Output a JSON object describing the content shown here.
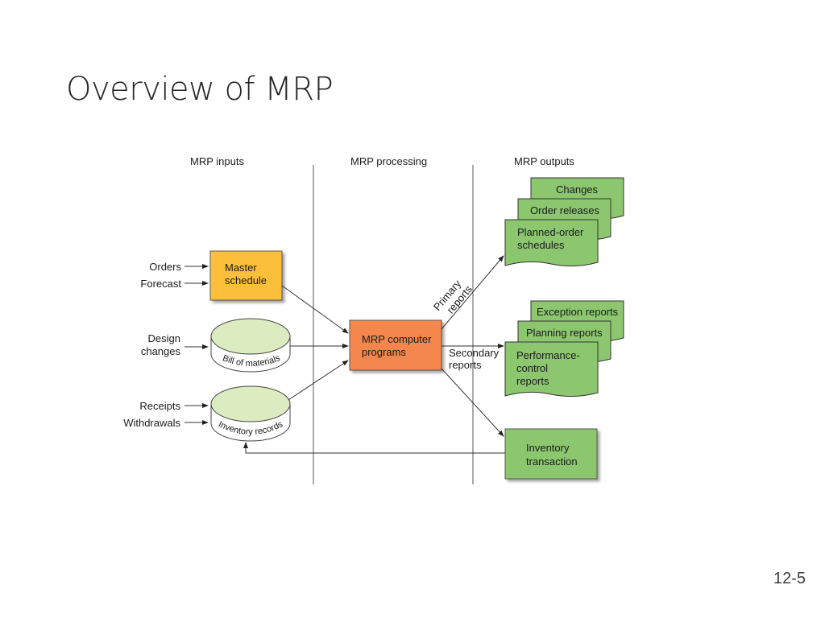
{
  "slide": {
    "title": "Overview of MRP",
    "page_number": "12-5"
  },
  "columns": {
    "inputs": "MRP inputs",
    "processing": "MRP processing",
    "outputs": "MRP outputs"
  },
  "inputs": {
    "orders": "Orders",
    "forecast": "Forecast",
    "design_line1": "Design",
    "design_line2": "changes",
    "receipts": "Receipts",
    "withdrawals": "Withdrawals"
  },
  "stores": {
    "master_line1": "Master",
    "master_line2": "schedule",
    "bom": "Bill of materials",
    "inventory": "Inventory records"
  },
  "processor": {
    "line1": "MRP computer",
    "line2": "programs"
  },
  "edges": {
    "primary_line1": "Primary",
    "primary_line2": "reports",
    "secondary_line1": "Secondary",
    "secondary_line2": "reports"
  },
  "outputs": {
    "changes": "Changes",
    "order_releases": "Order releases",
    "planned_line1": "Planned-order",
    "planned_line2": "schedules",
    "exception": "Exception reports",
    "planning": "Planning reports",
    "performance_line1": "Performance-",
    "performance_line2": "control",
    "performance_line3": "reports",
    "inventory_line1": "Inventory",
    "inventory_line2": "transaction"
  },
  "colors": {
    "master_schedule": "#fbbf3b",
    "processor": "#f4874e",
    "outputs": "#8cc770",
    "stores": "#dcecc0"
  }
}
